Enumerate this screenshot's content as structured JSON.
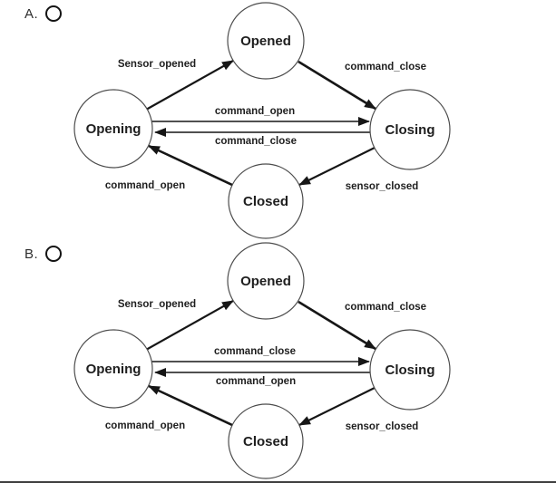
{
  "colors": {
    "background": "#ffffff",
    "text": "#1e1e1e",
    "arrow": "#161616",
    "circle_stroke": "#4d4d4d"
  },
  "options": [
    {
      "label": "A.",
      "states": {
        "top": "Opened",
        "left": "Opening",
        "right": "Closing",
        "bottom": "Closed"
      },
      "transitions": {
        "left_top": "Sensor_opened",
        "top_right": "command_close",
        "left_right": "command_open",
        "right_left": "command_close",
        "bottom_left": "command_open",
        "right_bottom": "sensor_closed"
      }
    },
    {
      "label": "B.",
      "states": {
        "top": "Opened",
        "left": "Opening",
        "right": "Closing",
        "bottom": "Closed"
      },
      "transitions": {
        "left_top": "Sensor_opened",
        "top_right": "command_close",
        "left_right": "command_close",
        "right_left": "command_open",
        "bottom_left": "command_open",
        "right_bottom": "sensor_closed"
      }
    }
  ]
}
